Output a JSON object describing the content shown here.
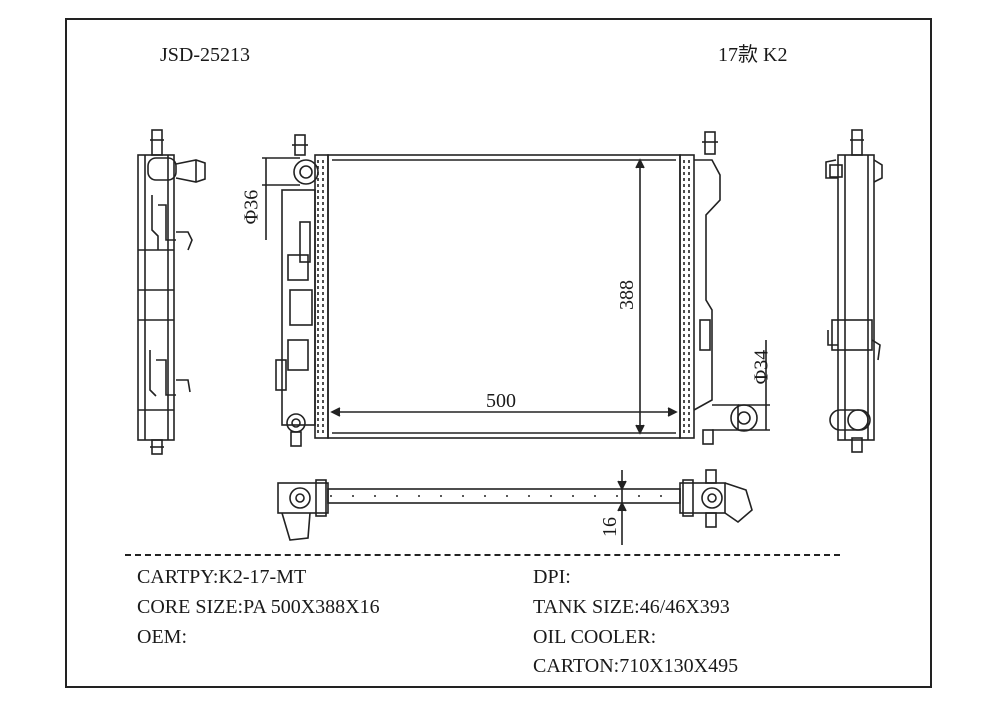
{
  "header": {
    "part_number": "JSD-25213",
    "model": "17款 K2"
  },
  "dimensions": {
    "inlet_diameter": "Φ36",
    "outlet_diameter": "Φ34",
    "core_height": "388",
    "core_width": "500",
    "core_thickness": "16"
  },
  "specs": {
    "cartpy": "CARTPY:K2-17-MT",
    "core_size": "CORE SIZE:PA 500X388X16",
    "oem": "OEM:",
    "dpi": "DPI:",
    "tank_size": "TANK SIZE:46/46X393",
    "oil_cooler": "OIL COOLER:",
    "carton": "CARTON:710X130X495"
  }
}
